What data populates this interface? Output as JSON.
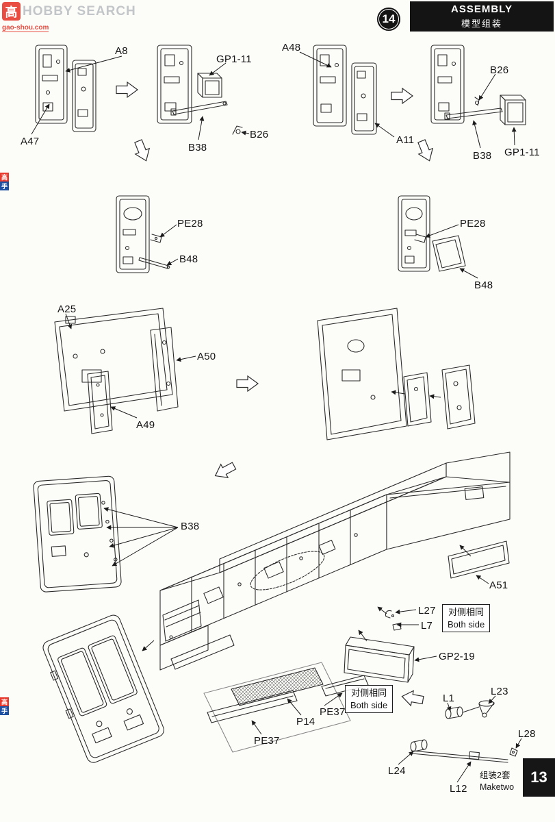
{
  "page": {
    "step_badge": "14",
    "header": {
      "title_en": "ASSEMBLY",
      "title_zh": "模型组装"
    },
    "page_number": "13"
  },
  "watermark": {
    "logo_char": "高",
    "brand_text": "HOBBY SEARCH",
    "site_text": "gao-shou.com",
    "side_top_char": "高",
    "side_bottom_char": "手"
  },
  "colors": {
    "header_bg": "#141414",
    "brand_red": "#e8392d",
    "brand_blue": "#1e50a2",
    "line_art": "#2b2b2b"
  },
  "notes": {
    "both_side_1": {
      "zh": "对侧相同",
      "en": "Both side"
    },
    "both_side_2": {
      "zh": "对侧相同",
      "en": "Both side"
    },
    "make_two": {
      "zh": "组装2套",
      "en": "Maketwo"
    }
  },
  "labels": [
    "A8",
    "A47",
    "GP1-11",
    "B38",
    "B26",
    "A48",
    "A11",
    "B26",
    "B38",
    "GP1-11",
    "PE28",
    "B48",
    "PE28",
    "B48",
    "A25",
    "A50",
    "A49",
    "B38",
    "A51",
    "L27",
    "L7",
    "GP2-19",
    "PE37",
    "P14",
    "PE37",
    "L1",
    "L23",
    "L28",
    "L24",
    "L12"
  ]
}
